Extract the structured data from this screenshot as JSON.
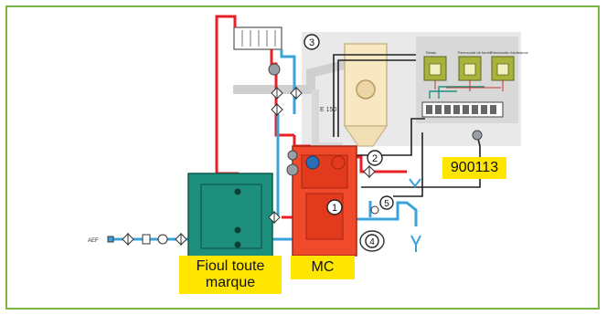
{
  "labels": {
    "model_code": "900113",
    "boiler_label": "MC",
    "fuel_line1": "Fioul toute",
    "fuel_line2": "marque",
    "inlet_label": "AEF",
    "flue_label": "E 150"
  },
  "callouts": [
    "1",
    "2",
    "3",
    "4",
    "5"
  ],
  "control_panel": {
    "items": [
      "Relais",
      "Thermostat de fumée",
      "Thermostat d'ambiance"
    ]
  },
  "colors": {
    "frame": "#7ab648",
    "highlight": "#ffe600",
    "hot_water": "#e8202a",
    "cold_water": "#3ba3dc",
    "boiler": "#f04a2a",
    "tank": "#1e8f7c",
    "flue": "#f7e8c2",
    "panel_bg": "#e6e6e6"
  }
}
